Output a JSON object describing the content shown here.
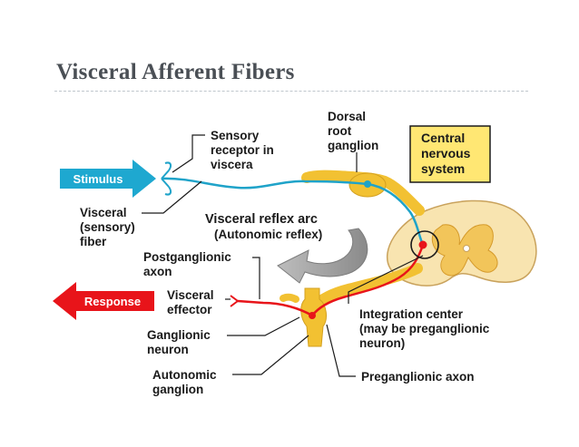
{
  "slide": {
    "title": "Visceral Afferent Fibers"
  },
  "labels": {
    "stimulus": "Stimulus",
    "response": "Response",
    "sensory_receptor": [
      "Sensory",
      "receptor in",
      "viscera"
    ],
    "dorsal_root_ganglion": [
      "Dorsal",
      "root",
      "ganglion"
    ],
    "cns": [
      "Central",
      "nervous",
      "system"
    ],
    "visceral_fiber": [
      "Visceral",
      "(sensory)",
      "fiber"
    ],
    "reflex_arc": [
      "Visceral reflex arc",
      "(Autonomic reflex)"
    ],
    "postganglionic_axon": [
      "Postganglionic",
      "axon"
    ],
    "visceral_effector": [
      "Visceral",
      "effector"
    ],
    "integration_center": [
      "Integration center",
      "(may be preganglionic",
      "neuron)"
    ],
    "ganglionic_neuron": [
      "Ganglionic",
      "neuron"
    ],
    "autonomic_ganglion": [
      "Autonomic",
      "ganglion"
    ],
    "preganglionic_axon": "Preganglionic axon"
  },
  "colors": {
    "sensory_fiber": "#1fa3c9",
    "motor_fiber": "#e8141a",
    "ganglion": "#f2c132",
    "spinal_cord": "#f8e4b0",
    "gray_matter": "#f2c55a",
    "cns_box": "#ffe773",
    "reflex_arrow": "#9a9a9a"
  }
}
